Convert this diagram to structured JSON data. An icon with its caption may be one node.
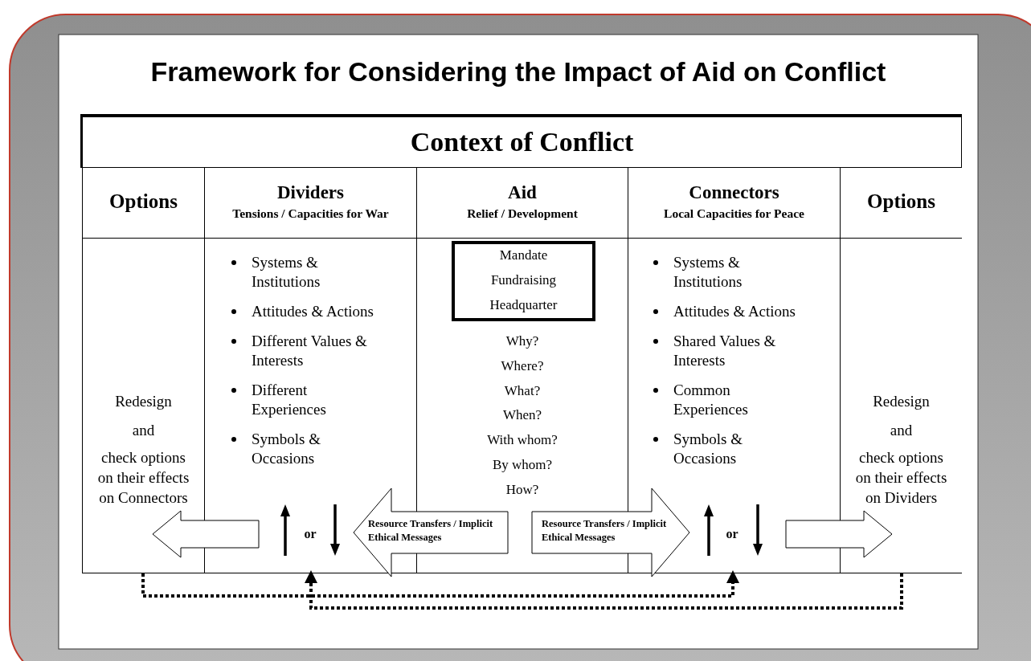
{
  "diagram": {
    "title": "Framework for Considering the Impact of Aid on Conflict",
    "nodes": [
      {
        "text": [
          "Context of Conflict"
        ]
      },
      {
        "text": [
          "Options"
        ]
      },
      {
        "text": [
          "Dividers",
          "Tensions / Capacities for War"
        ]
      },
      {
        "text": [
          "Aid",
          "Relief / Development"
        ]
      },
      {
        "text": [
          "Connectors",
          "Local Capacities for Peace"
        ]
      },
      {
        "text": [
          "Options"
        ]
      },
      {
        "text": [
          "Redesign",
          "and",
          "check options on their effects on Connectors"
        ]
      },
      {
        "text": [
          "Systems & Institutions",
          "Attitudes & Actions",
          "Different Values & Interests",
          "Different Experiences",
          "Symbols & Occasions"
        ]
      },
      {
        "text": [
          "Why?",
          "Where?",
          "What?",
          "When?",
          "With whom?",
          "By whom?",
          "How?"
        ]
      },
      {
        "text": [
          "Mandate",
          "Fundraising",
          "Headquarter"
        ],
        "in": 8
      },
      {
        "text": [
          "Systems & Institutions",
          "Attitudes & Actions",
          "Shared Values & Interests",
          "Common Experiences",
          "Symbols & Occasions"
        ]
      },
      {
        "text": [
          "Redesign",
          "and",
          "check options on their effects on Dividers"
        ]
      }
    ],
    "edges": [
      {
        "from": 7,
        "to": 6,
        "arrow": "to"
      },
      {
        "from": 10,
        "to": 11,
        "arrow": "to"
      },
      {
        "from": 8,
        "to": 7,
        "arrow": "to",
        "label": "Resource Transfers / Implicit Ethical Messages"
      },
      {
        "from": 8,
        "to": 10,
        "arrow": "to",
        "label": "Resource Transfers / Implicit Ethical Messages"
      },
      {
        "from": 6,
        "to": 10,
        "arrow": "to",
        "style": "dashed"
      },
      {
        "from": 11,
        "to": 7,
        "arrow": "to",
        "style": "dashed"
      }
    ],
    "labels": [
      "or",
      "or"
    ]
  }
}
